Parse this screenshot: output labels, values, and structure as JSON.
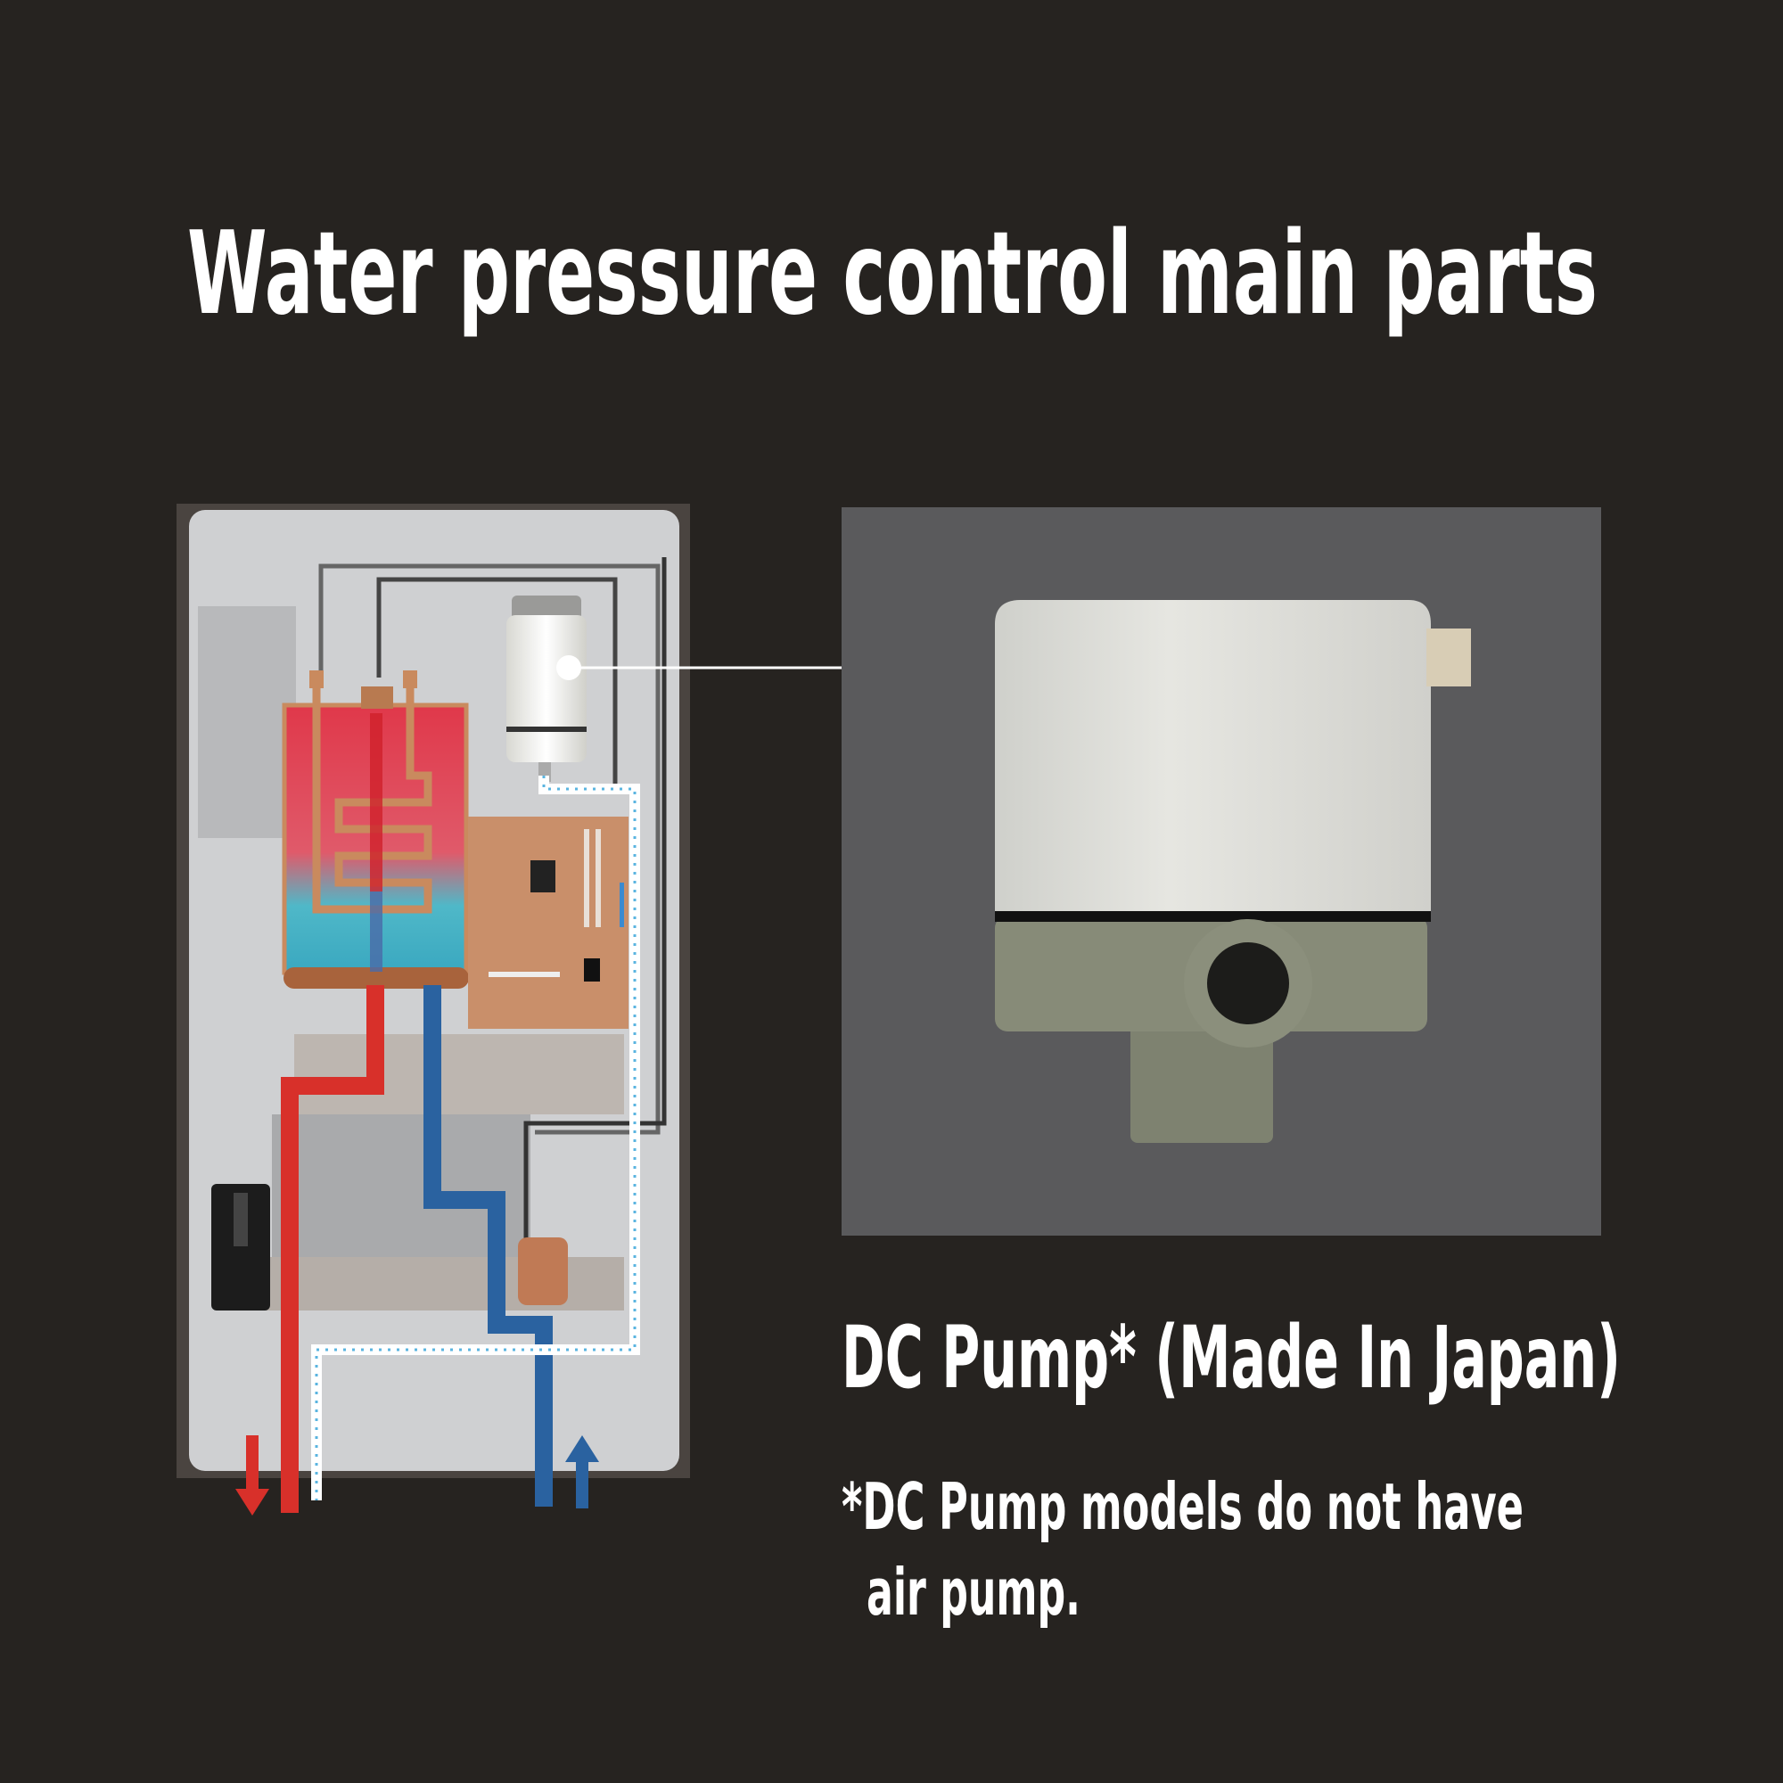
{
  "title": "Water pressure control main parts",
  "product": {
    "name": "DC Pump* (Made In Japan)",
    "footnote_line1": "*DC Pump models do not have",
    "footnote_line2": "air pump."
  },
  "colors": {
    "background": "#262320",
    "panel": "#5a5a5c",
    "hot": "#d8302a",
    "cold": "#2a62a0",
    "copper": "#c98a5e"
  }
}
